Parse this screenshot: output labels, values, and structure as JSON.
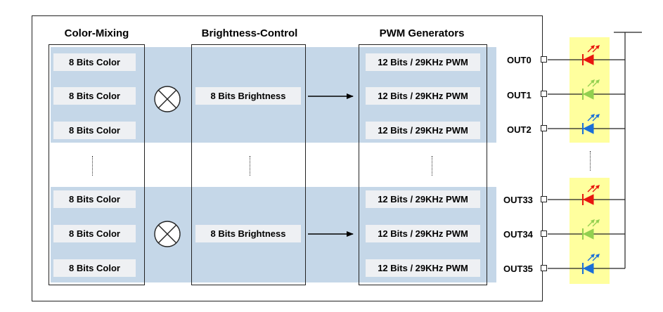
{
  "columns": {
    "color_mixing": "Color-Mixing",
    "brightness_control": "Brightness-Control",
    "pwm_generators": "PWM Generators"
  },
  "color_label": "8 Bits Color",
  "brightness_label": "8 Bits Brightness",
  "pwm_label": "12 Bits / 29KHz PWM",
  "outputs": {
    "out0": "OUT0",
    "out1": "OUT1",
    "out2": "OUT2",
    "out33": "OUT33",
    "out34": "OUT34",
    "out35": "OUT35"
  },
  "led_colors": {
    "red": "#e8150f",
    "green": "#92d050",
    "blue": "#1a6fd8"
  },
  "band_color": "#c5d7e8",
  "led_panel_color": "#ffff9e"
}
